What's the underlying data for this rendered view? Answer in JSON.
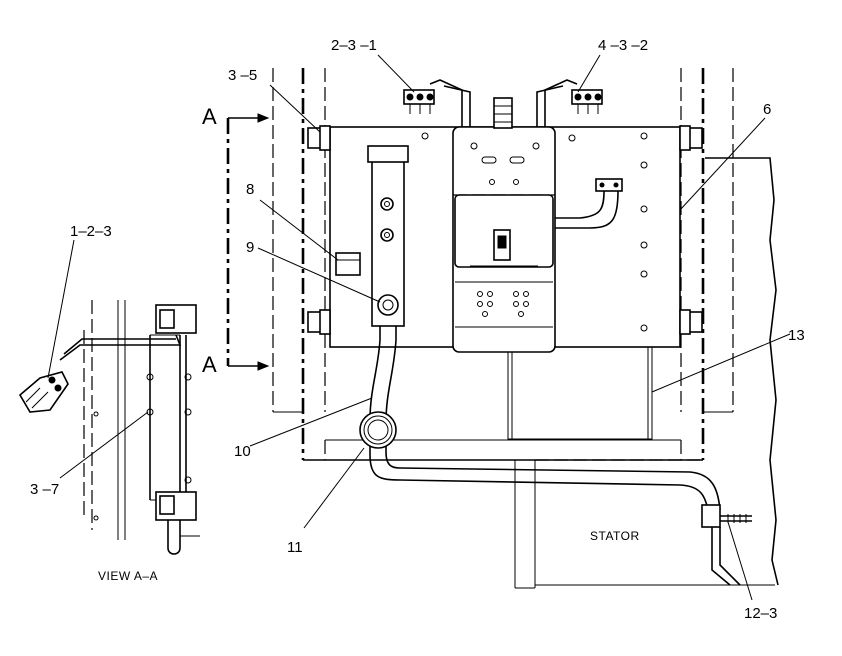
{
  "callouts": {
    "c_2_3_1": "2–3 –1",
    "c_4_3_2": "4 –3 –2",
    "c_3_5": "3 –5",
    "c_6": "6",
    "c_8": "8",
    "c_9": "9",
    "c_1_2_3": "1–2–3",
    "c_3_7": "3 –7",
    "c_10": "10",
    "c_11": "11",
    "c_13": "13",
    "c_12_3": "12–3"
  },
  "section_marks": {
    "top": "A",
    "bottom": "A"
  },
  "view_label": "VIEW A–A",
  "stator_label": "STATOR"
}
